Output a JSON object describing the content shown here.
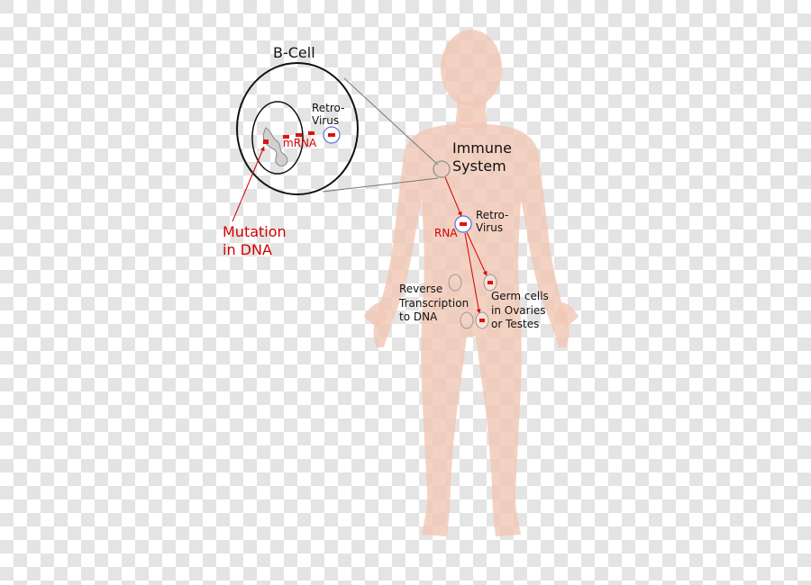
{
  "labels": {
    "bcell": "B-Cell",
    "retrovirus_cell_1": "Retro-",
    "retrovirus_cell_2": "Virus",
    "mrna": "mRNA",
    "mutation_1": "Mutation",
    "mutation_2": "in DNA",
    "immune_1": "Immune",
    "immune_2": "System",
    "retrovirus_body_1": "Retro-",
    "retrovirus_body_2": "Virus",
    "rna": "RNA",
    "reverse_1": "Reverse",
    "reverse_2": "Transcription",
    "reverse_3": "to DNA",
    "germ_1": "Germ cells",
    "germ_2": "in Ovaries",
    "germ_3": "or Testes"
  },
  "colors": {
    "checker_light": "#ffffff",
    "checker_dark": "#e3e3e3",
    "body": "#f2c8b6",
    "label_black": "#111111",
    "label_red": "#d40000",
    "virus_ring": "#5b6fd6",
    "gene_red": "#e01010"
  }
}
